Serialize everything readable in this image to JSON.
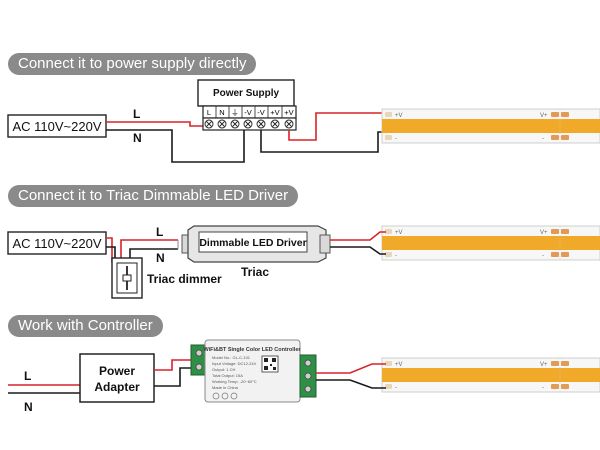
{
  "sections": [
    {
      "title": "Connect it to power supply directly"
    },
    {
      "title": "Connect it to Triac Dimmable LED Driver"
    },
    {
      "title": "Work with Controller"
    }
  ],
  "section1": {
    "source_label": "AC 110V~220V",
    "wire_l": "L",
    "wire_n": "N",
    "power_supply": {
      "title": "Power Supply",
      "terminals": [
        "L",
        "N",
        "⏚",
        "-V",
        "-V",
        "+V",
        "+V"
      ]
    }
  },
  "section2": {
    "source_label": "AC 110V~220V",
    "wire_l": "L",
    "wire_n": "N",
    "driver_label": "Dimmable LED Driver",
    "dimmer_label": "Triac dimmer",
    "triac_label": "Triac"
  },
  "section3": {
    "wire_l": "L",
    "wire_n": "N",
    "adapter_label_1": "Power",
    "adapter_label_2": "Adapter",
    "controller": {
      "title": "WiFi&BT Single Color LED Controller",
      "lines": [
        "Model No.: GL-C-101",
        "Input Voltage: DC12-24V",
        "Output: 1 CH",
        "Total Output: 15A",
        "Working Temp: -20~60°C",
        "Made in China"
      ]
    }
  },
  "strip": {
    "plus_label": "+V",
    "minus_label": "-",
    "vplus_label": "V+",
    "color_body": "#f0a928",
    "color_pad": "#e9d6b8"
  },
  "colors": {
    "live_wire": "#d8232a",
    "neutral_wire": "#1a1a1a",
    "pill_bg": "#8a8a8a"
  }
}
